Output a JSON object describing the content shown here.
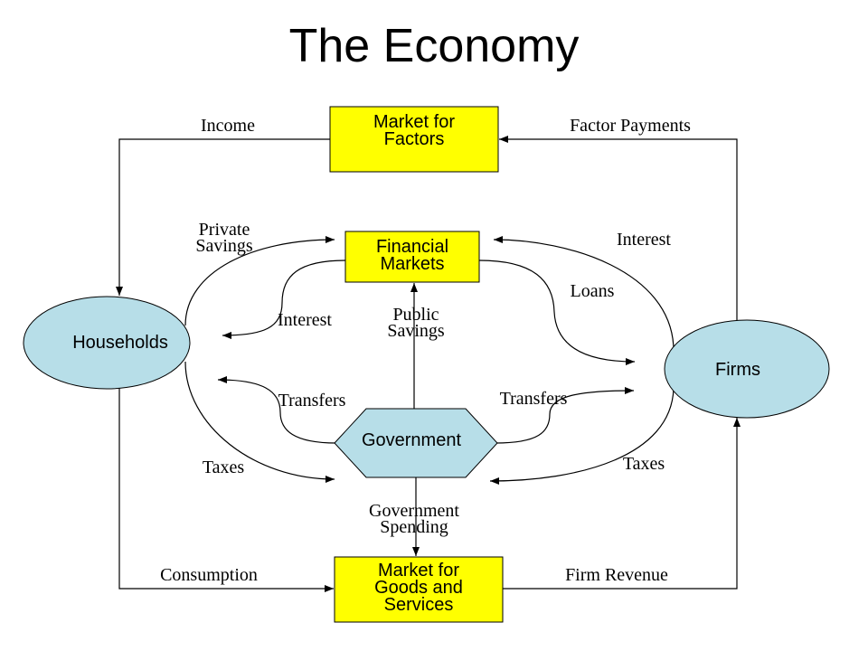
{
  "title": "The Economy",
  "nodes": {
    "market_for_factors": [
      "Market for",
      "Factors"
    ],
    "financial_markets": [
      "Financial",
      "Markets"
    ],
    "households": "Households",
    "firms": "Firms",
    "government": "Government",
    "market_for_goods_and_services": [
      "Market for",
      "Goods and",
      "Services"
    ]
  },
  "flows": {
    "income": "Income",
    "factor_payments": "Factor Payments",
    "private_savings": [
      "Private",
      "Savings"
    ],
    "interest_from_firms": "Interest",
    "loans": "Loans",
    "interest_to_households": "Interest",
    "public_savings": [
      "Public",
      "Savings"
    ],
    "transfers_to_households": "Transfers",
    "transfers_to_firms": "Transfers",
    "taxes_from_households": "Taxes",
    "taxes_from_firms": "Taxes",
    "government_spending": [
      "Government",
      "Spending"
    ],
    "consumption": "Consumption",
    "firm_revenue": "Firm Revenue"
  },
  "colors": {
    "market_box_fill": "#ffff00",
    "sector_node_fill": "#b7dee8"
  }
}
